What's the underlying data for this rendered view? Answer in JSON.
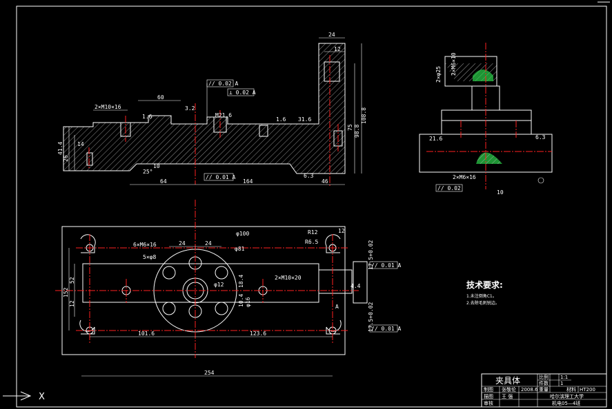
{
  "front_view": {
    "dims": {
      "top24": "24",
      "top12": "12",
      "d60": "60",
      "thread_label": "2×M10×16",
      "par002": "// 0.02 A",
      "perp002": "⊥ 0.02 A",
      "r16": "1.6",
      "r32": "3.2",
      "m21": "M21.6",
      "v1": "1.6",
      "v2": "31.6",
      "h988": "98.8",
      "h1088": "108.8",
      "h75": "75",
      "left414": "41.4",
      "left14": "14",
      "left26": "26",
      "ang25": "25°",
      "h10": "10",
      "par001": "// 0.01 A",
      "b64": "64",
      "b164": "164",
      "b46": "46",
      "b63": "6.3"
    }
  },
  "side_view": {
    "dims": {
      "thread": "2×M6×10",
      "vert": "2×φ25",
      "r13": "21.6",
      "r6": "6.3",
      "thread2": "2×M6×16",
      "par002": "// 0.02",
      "h10": "10"
    }
  },
  "plan_view": {
    "dims": {
      "hole_note": "6×M6×16",
      "hole2": "5×φ8",
      "d24a": "24",
      "d24b": "24",
      "d100": "φ100",
      "d81": "φ81",
      "d12": "φ12",
      "d16": "φ16",
      "d184": "18.4",
      "d104": "10.4",
      "thread": "2×M10×20",
      "r12": "R12",
      "r65": "R6.5",
      "w12": "12",
      "left52": "52",
      "left12": "12",
      "left152": "152",
      "b1016": "101.6",
      "b1236": "123.6",
      "b254": "254",
      "r44": "4.4",
      "tol1": "17.5+0.02",
      "tol2": "17.5+0.02",
      "par001a": "// 0.01 A",
      "par001b": "// 0.01 A",
      "ang": "A"
    }
  },
  "notes": {
    "title": "技术要求:",
    "line1": "1.未注倒角C1。",
    "line2": "2.去除毛刺锐边。"
  },
  "title_block": {
    "name": "夹具体",
    "scale_label": "比例",
    "scale_value": "1:1",
    "qty_label": "件数",
    "qty_value": "1",
    "drawn_label": "制图",
    "drawn_name": "张敬伦",
    "date": "2008.6",
    "weight_label": "重量",
    "material_label": "材料",
    "material": "HT200",
    "design_label": "描图",
    "check_label": "审核",
    "approver": "王 强",
    "school": "哈尔滨理工大学",
    "class": "机电05—4班"
  },
  "ucs": {
    "x_label": "X"
  }
}
